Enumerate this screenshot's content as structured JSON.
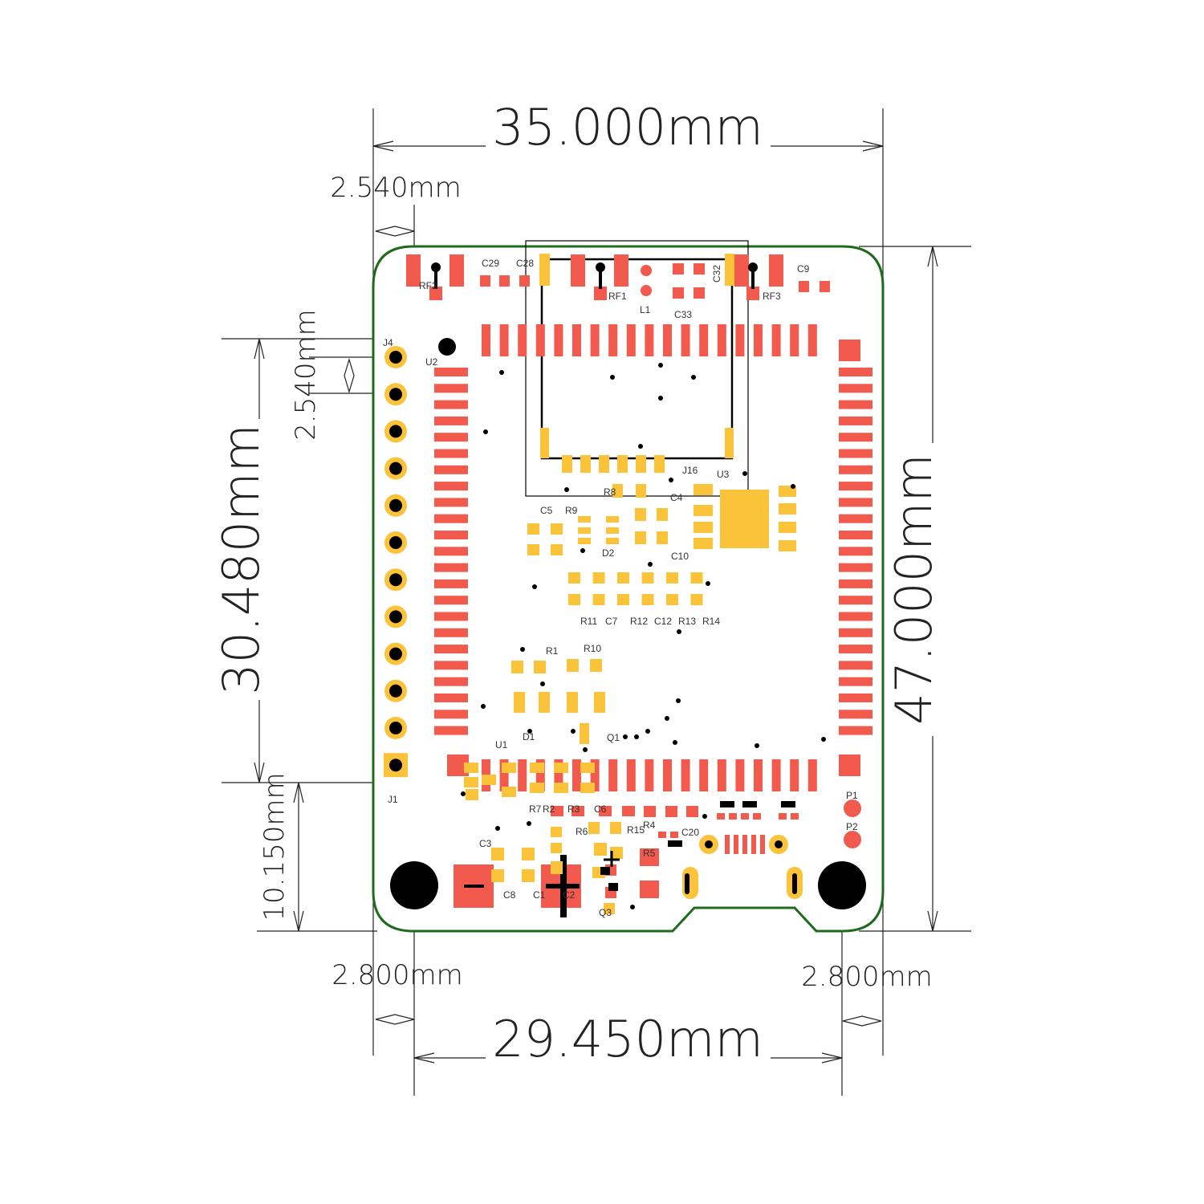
{
  "colors": {
    "board_outline": "#1e6b1e",
    "pad_red": "#f15a4c",
    "pad_yellow": "#fbc33a",
    "silkscreen": "#000000",
    "dimension": "#222222"
  },
  "dimensions": {
    "overall_width": "35.000mm",
    "overall_height": "47.000mm",
    "header_pitch_top": "2.540mm",
    "header_pitch_side": "2.540mm",
    "header_length": "30.480mm",
    "bottom_offset": "10.150mm",
    "mount_offset_left": "2.800mm",
    "mount_offset_right": "2.800mm",
    "mount_spacing": "29.450mm"
  },
  "labels": {
    "J4": "J4",
    "U2": "U2",
    "J1": "J1",
    "U3": "U3",
    "J16": "J16",
    "RF2": "RF2",
    "RF1": "RF1",
    "RF3": "RF3",
    "L1": "L1",
    "C29": "C29",
    "C28": "C28",
    "C32": "C32",
    "C33": "C33",
    "C9": "C9",
    "C5": "C5",
    "R9": "R9",
    "R8": "R8",
    "C4": "C4",
    "D2": "D2",
    "C10": "C10",
    "R11": "R11",
    "C7": "C7",
    "R12": "R12",
    "C12": "C12",
    "R13": "R13",
    "R14": "R14",
    "R1": "R1",
    "R10": "R10",
    "U1": "U1",
    "D1": "D1",
    "Q1": "Q1",
    "R7": "R7",
    "R2": "R2",
    "R3": "R3",
    "C6": "C6",
    "R6": "R6",
    "R15": "R15",
    "R4": "R4",
    "C20": "C20",
    "R5": "R5",
    "C3": "C3",
    "C8": "C8",
    "C1": "C1",
    "C2": "C2",
    "Q3": "Q3",
    "P1": "P1",
    "P2": "P2"
  }
}
